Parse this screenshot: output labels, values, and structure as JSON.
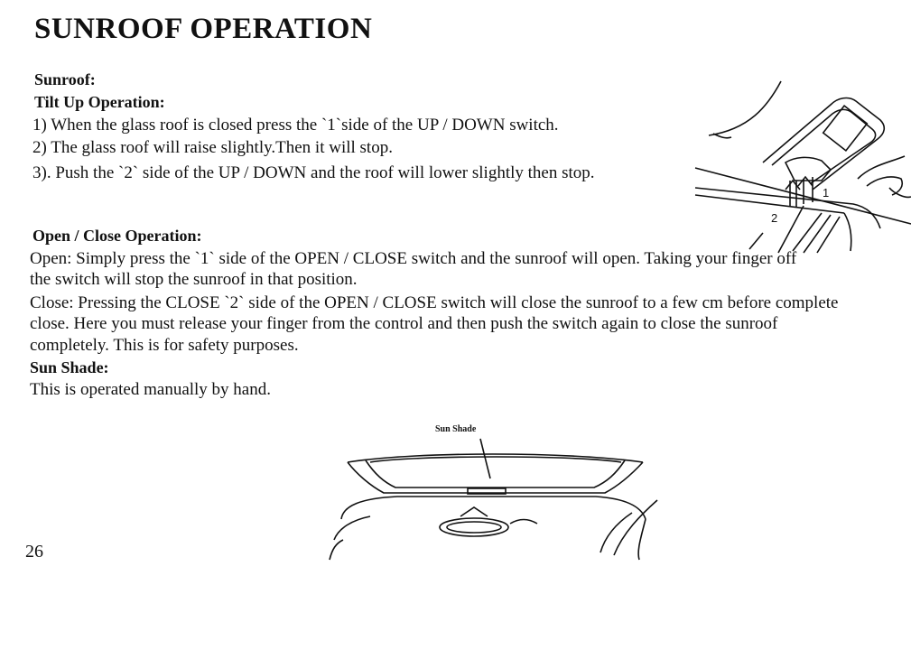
{
  "title": "SUNROOF OPERATION",
  "sunroof": {
    "heading": "Sunroof:",
    "tilt": {
      "heading": "Tilt Up Operation:",
      "steps": [
        "1) When the glass roof is closed press the `1`side of the UP / DOWN switch.",
        "2) The glass roof will raise slightly.Then it will stop.",
        "3). Push the `2` side of the UP / DOWN and the roof will lower slightly then stop."
      ]
    },
    "open_close": {
      "heading": "Open / Close Operation:",
      "lines": [
        "Open: Simply press the `1` side of the OPEN / CLOSE switch and the sunroof will open. Taking your finger off",
        "the switch will stop the sunroof in that position.",
        "Close: Pressing the CLOSE `2` side of the OPEN / CLOSE switch will close the sunroof to a few cm before complete",
        "close. Here you must release your finger from the control and then push the switch again to close the sunroof",
        "completely. This is for safety purposes."
      ]
    }
  },
  "sun_shade": {
    "heading": "Sun Shade:",
    "text": "This is operated manually by hand.",
    "figure_label": "Sun Shade"
  },
  "switch_figure": {
    "label_1": "1",
    "label_2": "2"
  },
  "page_number": "26"
}
